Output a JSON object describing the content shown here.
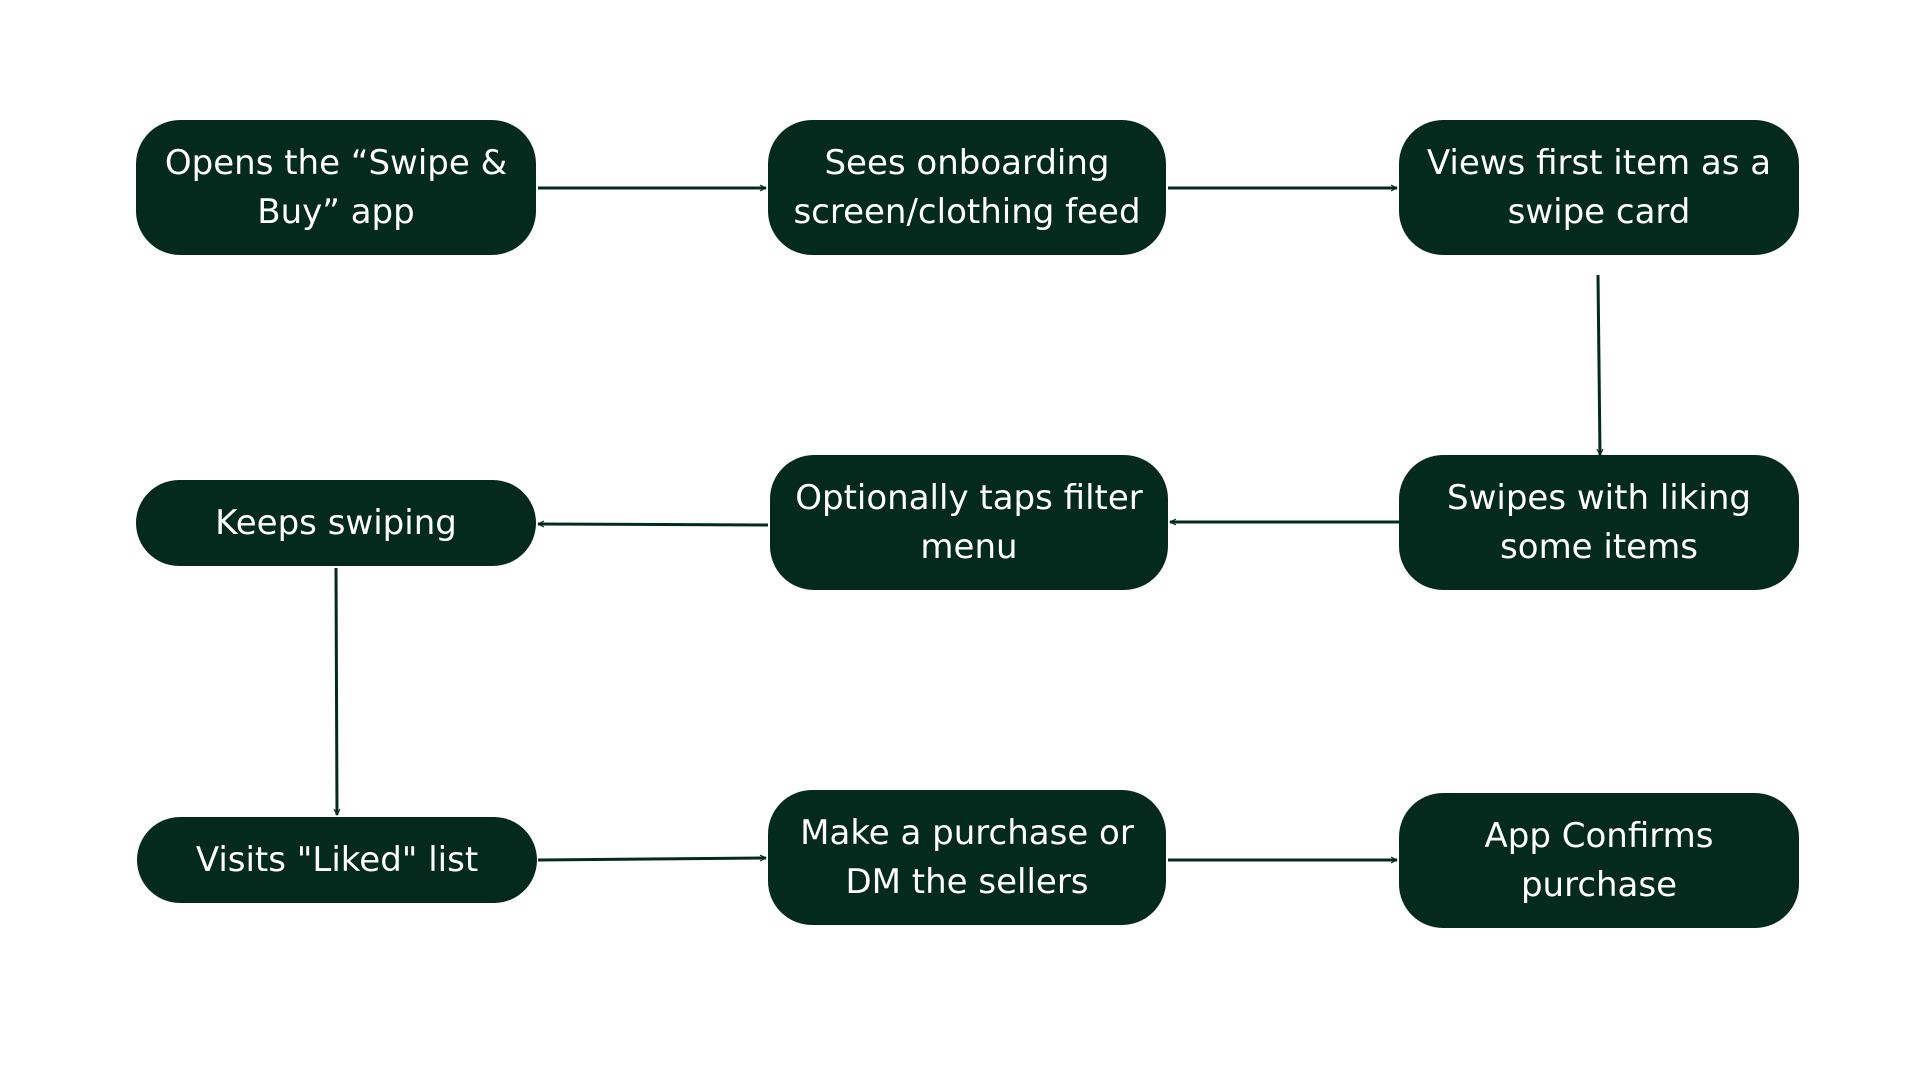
{
  "flowchart": {
    "nodes": [
      {
        "id": "open-app",
        "label": "Opens the “Swipe &\nBuy” app"
      },
      {
        "id": "onboarding",
        "label": "Sees onboarding\nscreen/clothing feed"
      },
      {
        "id": "first-item",
        "label": "Views first item as a\nswipe card"
      },
      {
        "id": "swipes",
        "label": "Swipes with liking\nsome items"
      },
      {
        "id": "filter-menu",
        "label": "Optionally taps filter\nmenu"
      },
      {
        "id": "keeps-swiping",
        "label": "Keeps swiping"
      },
      {
        "id": "liked-list",
        "label": "Visits \"Liked\" list"
      },
      {
        "id": "purchase",
        "label": "Make a purchase or\nDM the sellers"
      },
      {
        "id": "confirm",
        "label": "App Confirms\npurchase"
      }
    ],
    "edges": [
      {
        "from": "open-app",
        "to": "onboarding"
      },
      {
        "from": "onboarding",
        "to": "first-item"
      },
      {
        "from": "first-item",
        "to": "swipes"
      },
      {
        "from": "swipes",
        "to": "filter-menu"
      },
      {
        "from": "filter-menu",
        "to": "keeps-swiping"
      },
      {
        "from": "keeps-swiping",
        "to": "liked-list"
      },
      {
        "from": "liked-list",
        "to": "purchase"
      },
      {
        "from": "purchase",
        "to": "confirm"
      }
    ]
  },
  "colors": {
    "node_fill": "#032a1d",
    "node_text": "#ffffff",
    "arrow": "#032a1d",
    "background": "#ffffff"
  }
}
